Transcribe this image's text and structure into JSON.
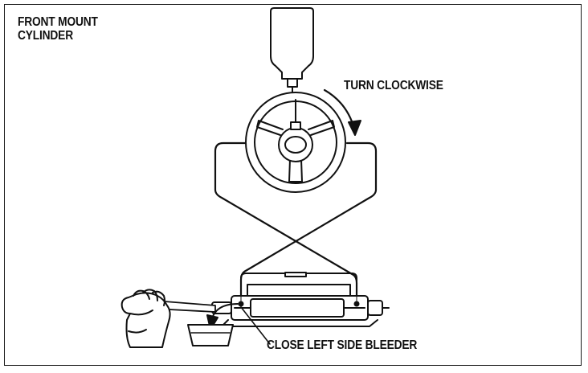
{
  "diagram": {
    "title_line1": "FRONT MOUNT",
    "title_line2": "CYLINDER",
    "turn_label": "TURN CLOCKWISE",
    "bleeder_label": "CLOSE LEFT SIDE BLEEDER"
  },
  "colors": {
    "ink": "#111111",
    "background": "#ffffff"
  }
}
